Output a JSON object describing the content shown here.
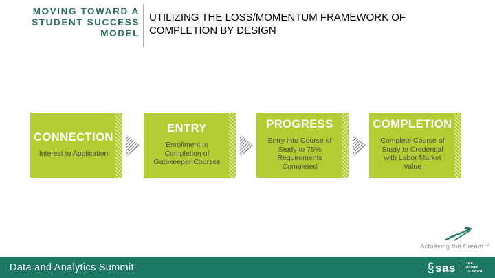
{
  "slide": {
    "title_lines": [
      "MOVING TOWARD A",
      "STUDENT SUCCESS",
      "MODEL"
    ],
    "subtitle": "UTILIZING THE LOSS/MOMENTUM FRAMEWORK OF COMPLETION BY DESIGN"
  },
  "stages": [
    {
      "label": "CONNECTION",
      "description": "Interest to Application"
    },
    {
      "label": "ENTRY",
      "description": "Enrollment to Completion of Gatekeeper Courses"
    },
    {
      "label": "PROGRESS",
      "description": "Entry into Course of Study to 75% Requirements Completed"
    },
    {
      "label": "COMPLETION",
      "description": "Complete Course of Study to Credential with Labor Market Value"
    }
  ],
  "footer": {
    "event_name": "Data and Analytics Summit",
    "sas_symbol": "§",
    "sas_logo": "sas",
    "sas_tagline": "THE POWER TO KNOW.",
    "atd_name": "Achieving the Dream™"
  },
  "icons": {
    "flow_arrow": "right-arrow-striped",
    "atd_swoosh": "wing-swoosh"
  },
  "colors": {
    "stage_green": "#b2cc34",
    "title_teal": "#2d7164",
    "footer_teal": "#1d7866",
    "stage_description_text": "#4d4e44",
    "atd_text_gray": "#8e8e8e",
    "arrow_gray": "#7d7d7d"
  }
}
